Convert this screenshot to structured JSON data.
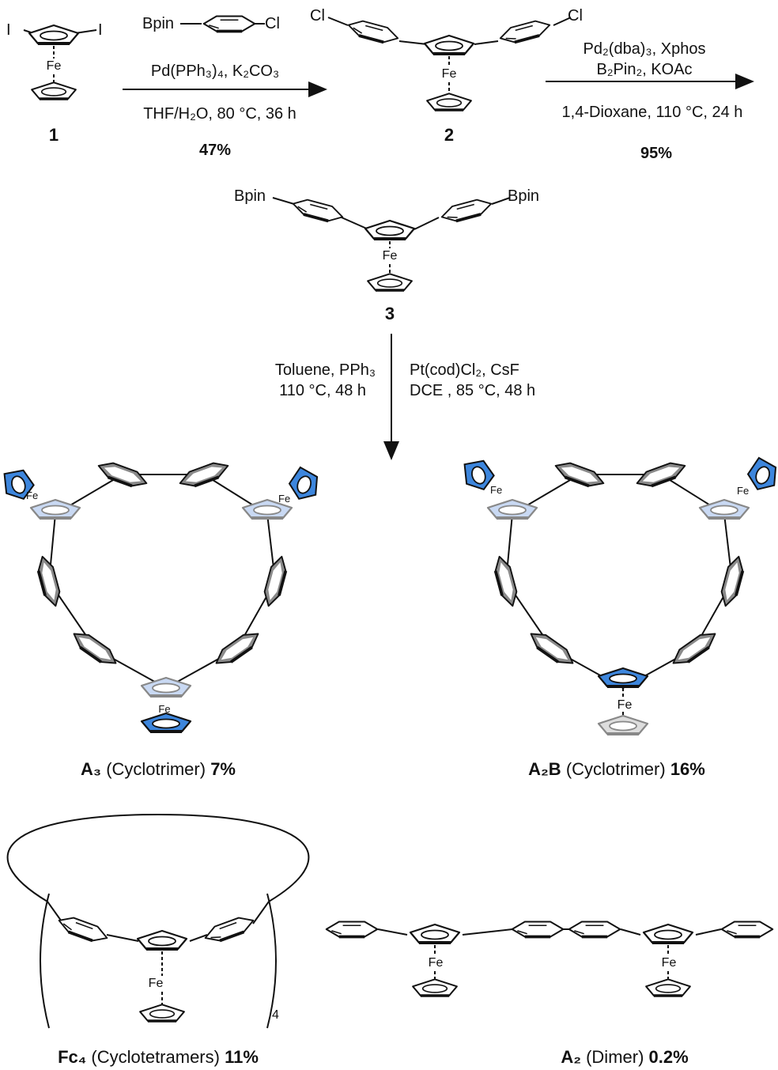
{
  "atoms": {
    "iodo": "I",
    "iron": "Fe",
    "chloro": "Cl",
    "bpin": "Bpin"
  },
  "compounds": {
    "c1": "1",
    "c2": "2",
    "c3": "3"
  },
  "step1": {
    "reagent": "Bpin",
    "reagent_cl": "Cl",
    "line1": "Pd(PPh₃)₄, K₂CO₃",
    "line2": "THF/H₂O, 80 °C, 36 h",
    "yield": "47%"
  },
  "step2": {
    "line1": "Pd₂(dba)₃, Xphos",
    "line2": "B₂Pin₂, KOAc",
    "line3": "1,4-Dioxane, 110 °C, 24 h",
    "yield": "95%"
  },
  "step3": {
    "left1": "Toluene,  PPh₃",
    "left2": "110 °C, 48 h",
    "right1": "Pt(cod)Cl₂, CsF",
    "right2": "DCE , 85 °C, 48 h"
  },
  "products": {
    "a3": {
      "name": "A₃",
      "desc": " (Cyclotrimer) ",
      "yield": "7%"
    },
    "a2b": {
      "name": "A₂B",
      "desc": " (Cyclotrimer) ",
      "yield": "16%"
    },
    "fc4": {
      "name": "Fc₄",
      "desc": " (Cyclotetramers) ",
      "yield": "11%",
      "repeat": "4"
    },
    "a2": {
      "name": "A₂",
      "desc": " (Dimer) ",
      "yield": "0.2%"
    }
  },
  "colors": {
    "cp_blue": "#3d86dd",
    "cp_light": "#c9d9f3",
    "benzene_gray": "#8a8a8a",
    "line": "#111111"
  }
}
